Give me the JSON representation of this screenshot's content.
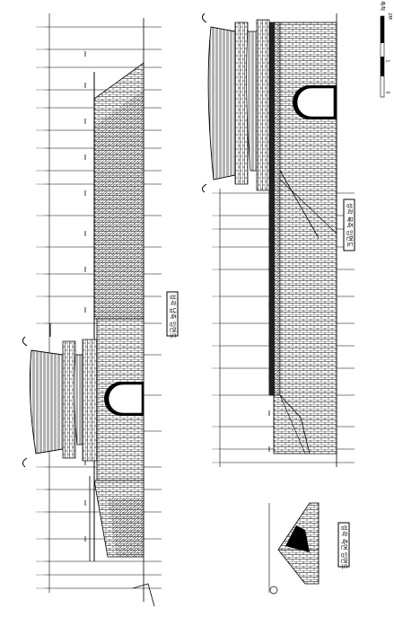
{
  "drawing": {
    "south_elevation_title": "성곽 남측 입면도",
    "north_elevation_title": "성곽 북측 입면도",
    "side_elevation_title": "성곽 측면 입면도",
    "scale_label": "축척",
    "scale_ticks": [
      "0",
      "1",
      "2M"
    ]
  },
  "colors": {
    "line": "#000000",
    "paper": "#ffffff"
  }
}
